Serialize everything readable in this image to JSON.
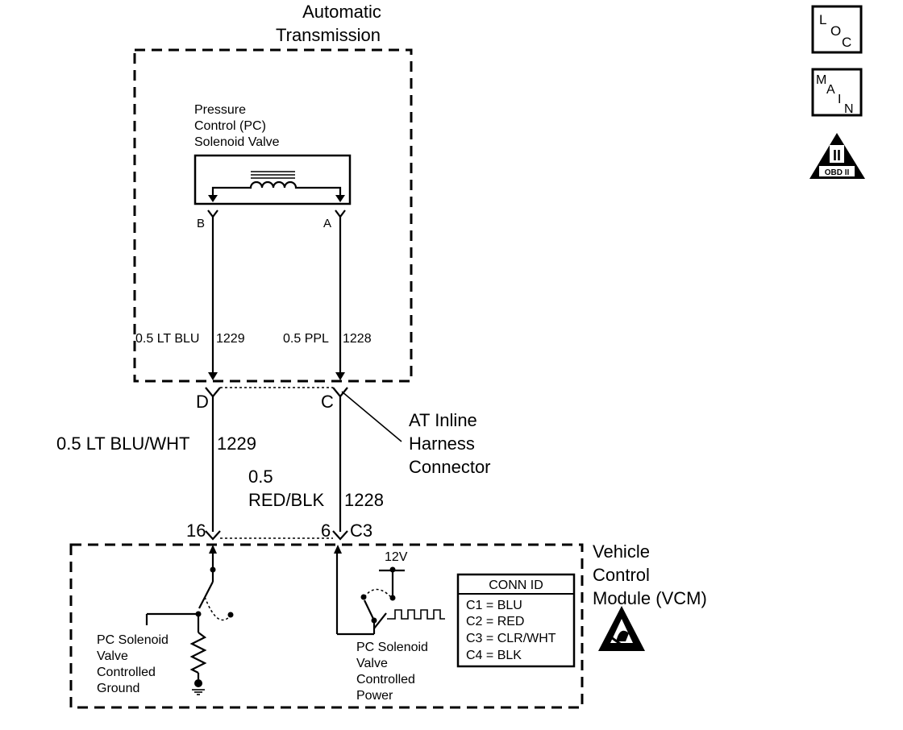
{
  "transmission": {
    "title_line1": "Automatic",
    "title_line2": "Transmission",
    "solenoid_line1": "Pressure",
    "solenoid_line2": "Control (PC)",
    "solenoid_line3": "Solenoid Valve",
    "terminal_b": "B",
    "terminal_a": "A",
    "wire_left": "0.5 LT BLU",
    "wire_left_circuit": "1229",
    "wire_right": "0.5 PPL",
    "wire_right_circuit": "1228"
  },
  "connector": {
    "pin_d": "D",
    "pin_c": "C",
    "label_line1": "AT Inline",
    "label_line2": "Harness",
    "label_line3": "Connector"
  },
  "harness": {
    "wire_left": "0.5 LT BLU/WHT",
    "wire_left_circuit": "1229",
    "wire_right_line1": "0.5",
    "wire_right_line2": "RED/BLK",
    "wire_right_circuit": "1228"
  },
  "vcm": {
    "pin_left": "16",
    "pin_right": "6",
    "connector": "C3",
    "title_line1": "Vehicle",
    "title_line2": "Control",
    "title_line3": "Module (VCM)",
    "voltage": "12V",
    "ground_label": [
      "PC Solenoid",
      "Valve",
      "Controlled",
      "Ground"
    ],
    "power_label": [
      "PC Solenoid",
      "Valve",
      "Controlled",
      "Power"
    ]
  },
  "conn_id": {
    "header": "CONN ID",
    "rows": [
      "C1 = BLU",
      "C2 = RED",
      "C3 = CLR/WHT",
      "C4 = BLK"
    ]
  },
  "badges": {
    "loc": {
      "l": "L",
      "o": "O",
      "c": "C"
    },
    "main": {
      "m": "M",
      "a": "A",
      "i": "I",
      "n": "N"
    },
    "obd": {
      "roman": "II",
      "text": "OBD II"
    }
  }
}
